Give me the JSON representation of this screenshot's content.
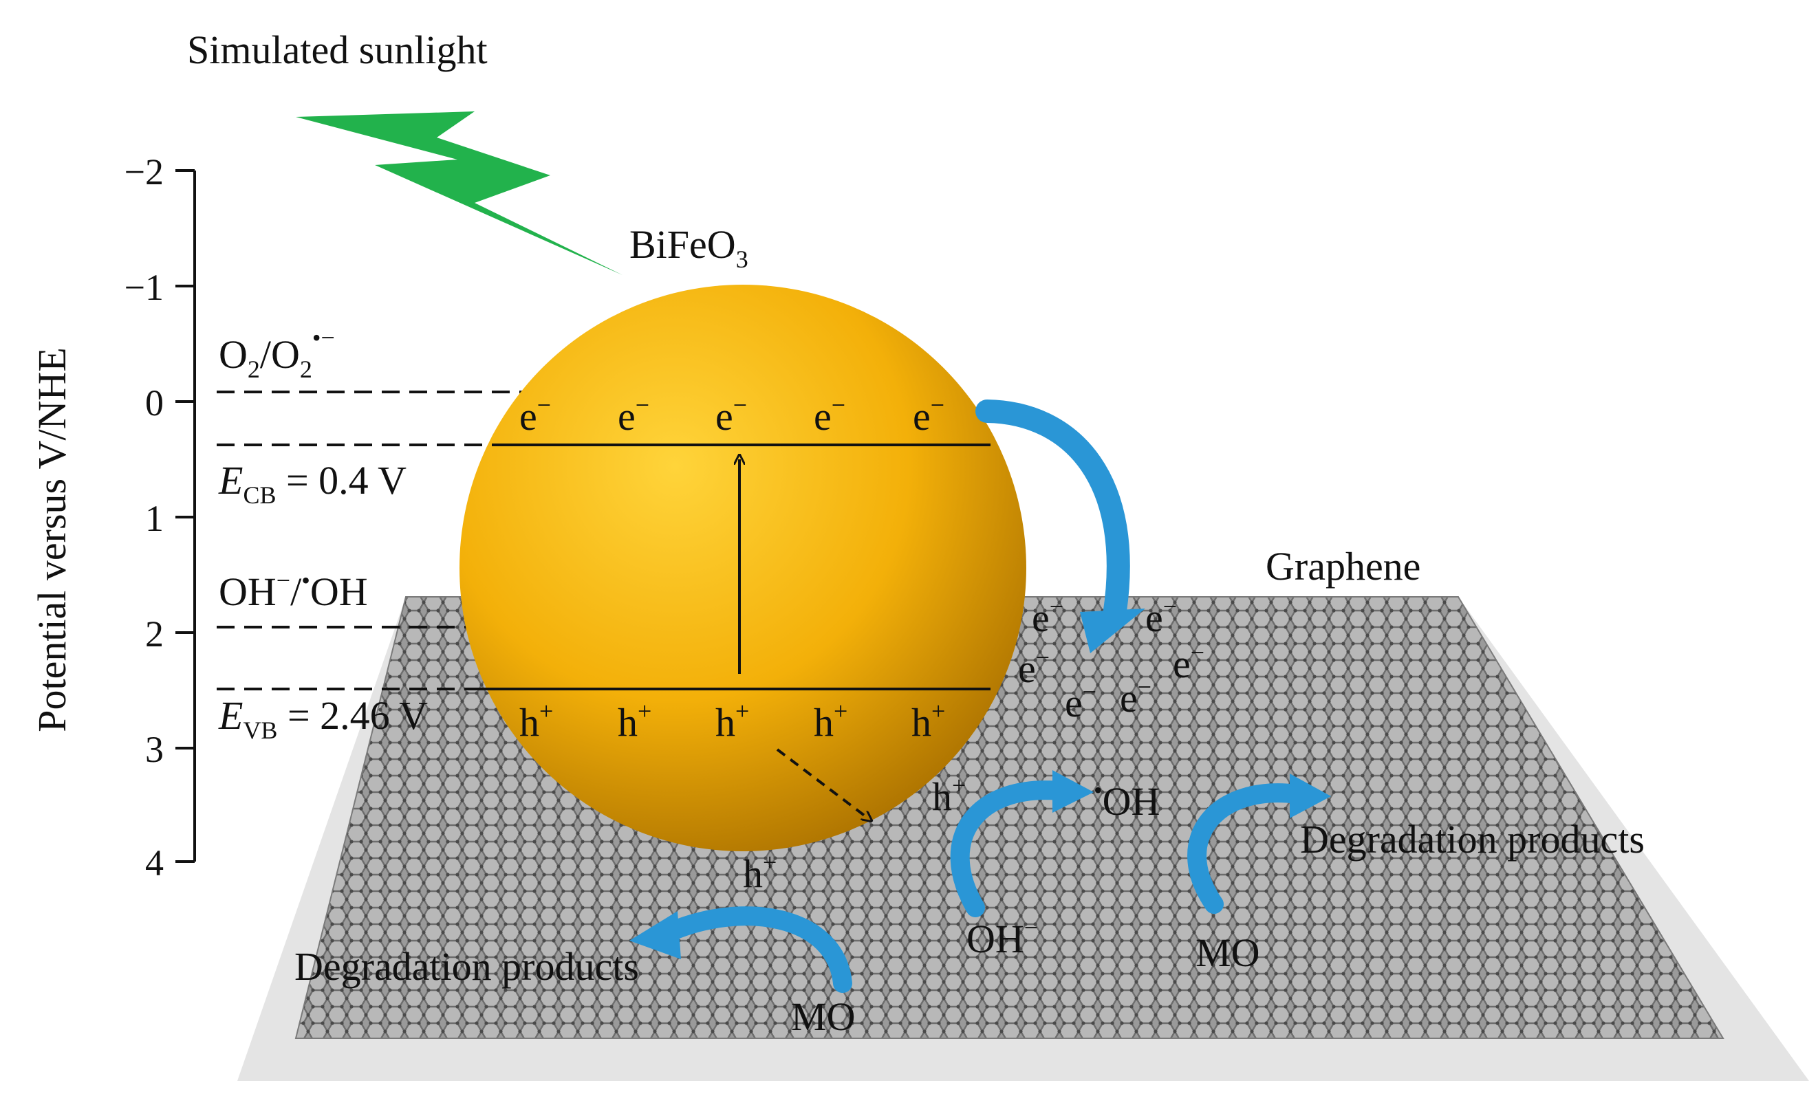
{
  "title": "Simulated sunlight",
  "axis": {
    "label": "Potential versus V/NHE",
    "ticks": [
      "−2",
      "−1",
      "0",
      "1",
      "2",
      "3",
      "4"
    ]
  },
  "particle_label": {
    "main": "BiFeO",
    "sub": "3"
  },
  "support_label": "Graphene",
  "levels": {
    "o2": {
      "a": "O",
      "a_sub": "2",
      "slash": "/O",
      "b_sub": "2",
      "b_sup": "•−"
    },
    "ecb": {
      "e": "E",
      "sub": "CB",
      "rest": " = 0.4 V"
    },
    "oh": {
      "a": "OH",
      "a_sup": "−",
      "slash": "/",
      "dot": "•",
      "b": "OH"
    },
    "evb": {
      "e": "E",
      "sub": "VB",
      "rest": " = 2.46 V"
    }
  },
  "electron": {
    "base": "e",
    "sup": "−"
  },
  "hole": {
    "base": "h",
    "sup": "+"
  },
  "species": {
    "oh_radical": {
      "dot": "•",
      "text": "OH"
    },
    "hydroxide": {
      "text": "OH",
      "sup": "−"
    },
    "mo": "MO",
    "products": "Degradation products"
  },
  "colors": {
    "sun_bolt": "#22b24c",
    "particle_light": "#ffcf30",
    "particle_dark": "#a86f00",
    "arrow_blue": "#2a96d6",
    "graphene_fill": "#8c8c8c",
    "graphene_shadow": "#d9d9d9"
  }
}
